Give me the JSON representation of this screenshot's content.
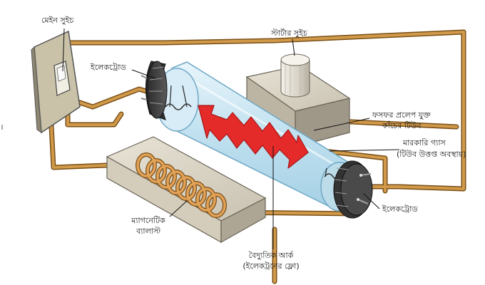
{
  "labels": {
    "main_switch": "মেইন সুইচ",
    "starter_switch": "স্টার্টার সুইচ",
    "electrode_left": "ইলেকট্রোড",
    "electrode_right": "ইলেকট্রোড",
    "phosphor_line1": "ফসফর প্রলেপ যুক্ত",
    "phosphor_line2": "কাঁচের টিউব",
    "mercury_line1": "মারকারি গ্যাস",
    "mercury_line2": "(টিউব উত্তপ্ত অবস্থায়)",
    "ballast_line1": "ম্যাগনেটিক",
    "ballast_line2": "ব্যালাস্ট",
    "arc_line1": "বৈদ্যুতিক আর্ক",
    "arc_line2": "(ইলেকট্রনের ফ্লো)"
  },
  "colors": {
    "wire": "#c88a3a",
    "wire_dark": "#8a5a1e",
    "tube_fill": "#cfe8f4",
    "tube_edge": "#6fa7c4",
    "arc": "#e52a2a",
    "metal_dark": "#3c3c3c",
    "box_light": "#d9d3c4",
    "box_dark": "#a7a091",
    "coil": "#d08a3e"
  },
  "icons": [
    "toggle-switch-icon",
    "starter-canister-icon",
    "coil-icon",
    "double-arrow-icon"
  ]
}
